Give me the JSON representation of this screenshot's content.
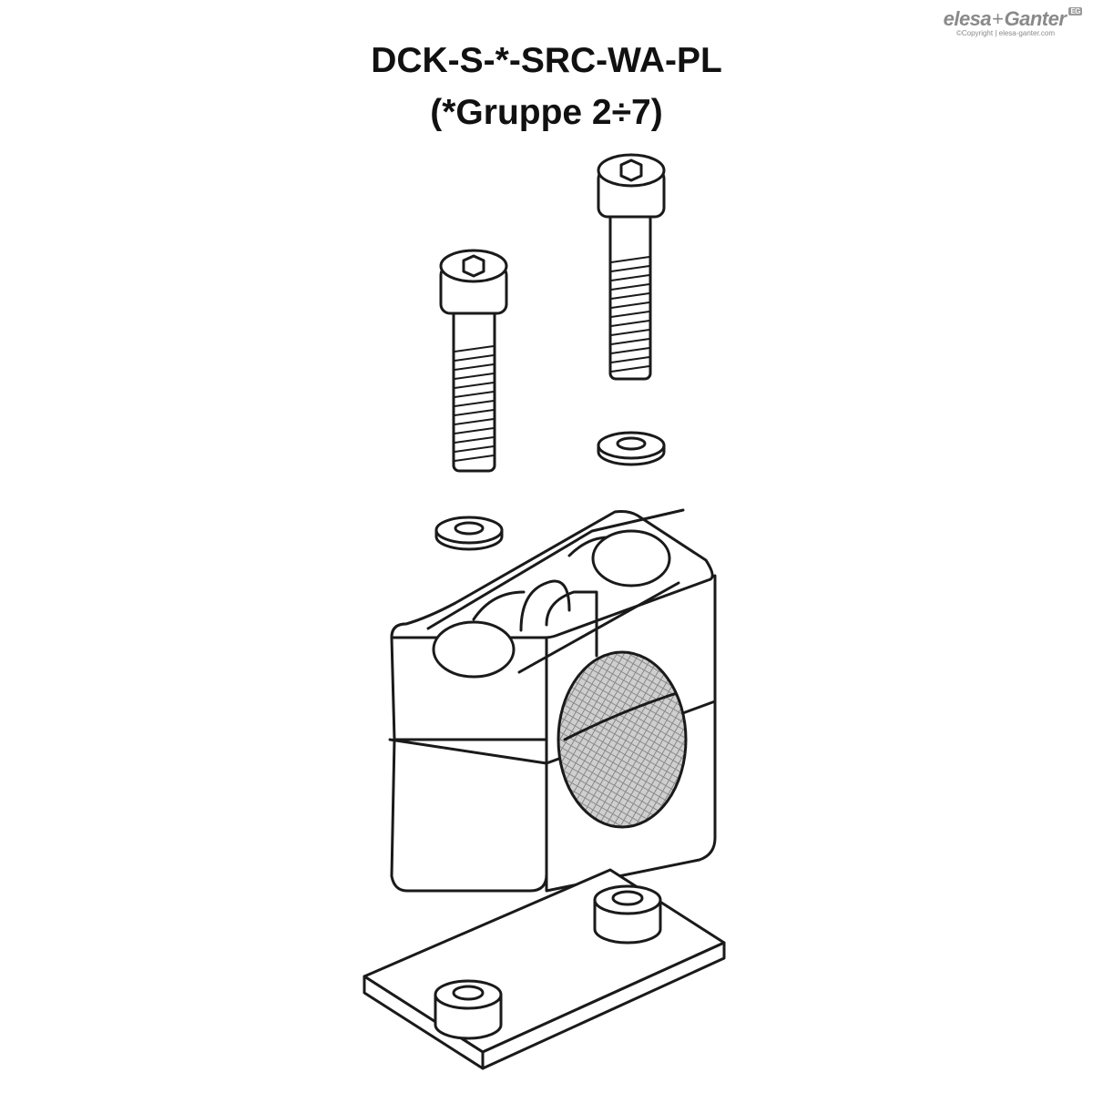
{
  "title": {
    "line1": "DCK-S-*-SRC-WA-PL",
    "line2": "(*Gruppe 2÷7)"
  },
  "brand": {
    "name_left": "elesa",
    "plus": "+",
    "name_right": "Ganter",
    "badge": "EG",
    "copyright": "©Copyright | elesa-ganter.com"
  },
  "colors": {
    "line": "#1a1a1a",
    "background": "#ffffff",
    "brand_grey": "#8a8a8a"
  }
}
